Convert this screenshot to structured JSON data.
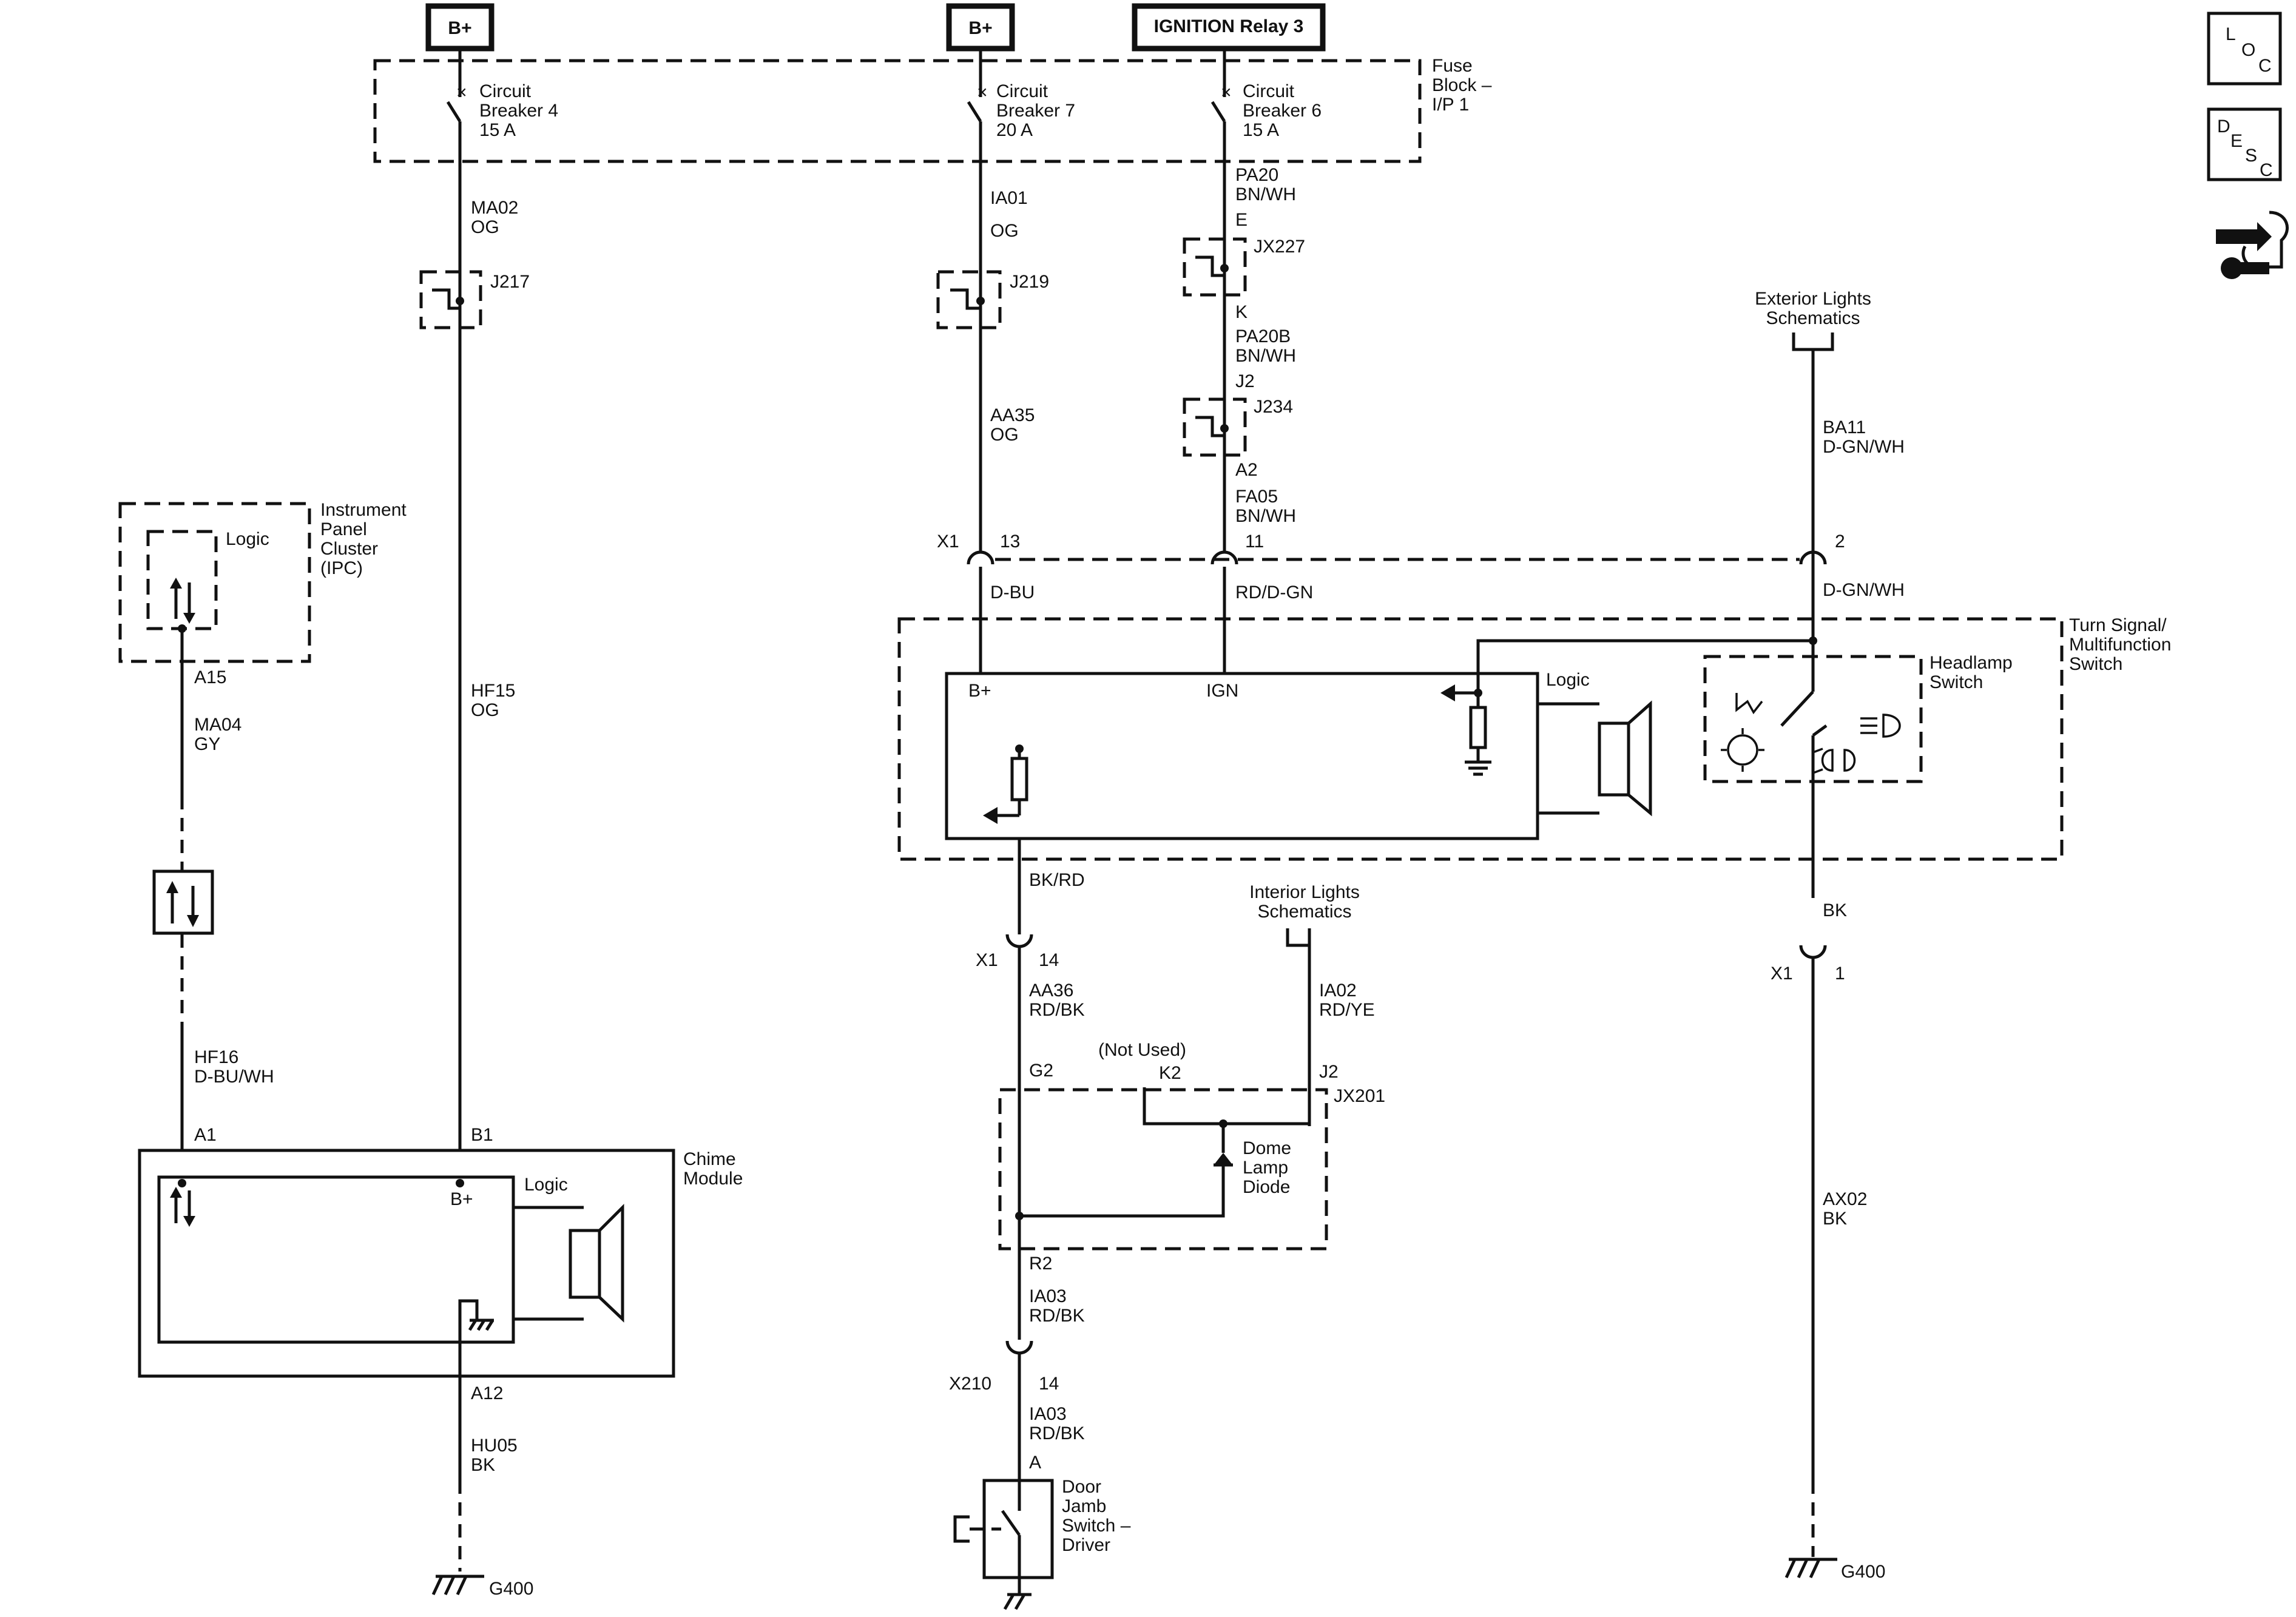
{
  "sources": {
    "bplus_left": "B+",
    "bplus_mid": "B+",
    "ign_relay": "IGNITION Relay 3"
  },
  "fuse_block": {
    "line1": "Fuse",
    "line2": "Block –",
    "line3": "I/P 1"
  },
  "breakers": [
    {
      "l1": "Circuit",
      "l2": "Breaker 4",
      "l3": "15 A"
    },
    {
      "l1": "Circuit",
      "l2": "Breaker 7",
      "l3": "20 A"
    },
    {
      "l1": "Circuit",
      "l2": "Breaker 6",
      "l3": "15 A"
    }
  ],
  "nav": {
    "loc": [
      "L",
      "O",
      "C"
    ],
    "desc": [
      "D",
      "E",
      "S",
      "C"
    ],
    "icon": "repair-icon"
  },
  "wires": {
    "ma02": [
      "MA02",
      "OG"
    ],
    "ia01": [
      "IA01",
      "OG"
    ],
    "pa20": [
      "PA20",
      "BN/WH"
    ],
    "aa35": [
      "AA35",
      "OG"
    ],
    "pa20b": [
      "PA20B",
      "BN/WH"
    ],
    "fa05": [
      "FA05",
      "BN/WH"
    ],
    "ba11": [
      "BA11",
      "D-GN/WH"
    ],
    "hf15": [
      "HF15",
      "OG"
    ],
    "ma04": [
      "MA04",
      "GY"
    ],
    "hf16": [
      "HF16",
      "D-BU/WH"
    ],
    "hu05": [
      "HU05",
      "BK"
    ],
    "aa36": [
      "AA36",
      "RD/BK"
    ],
    "ia02": [
      "IA02",
      "RD/YE"
    ],
    "ia03a": [
      "IA03",
      "RD/BK"
    ],
    "ia03b": [
      "IA03",
      "RD/BK"
    ],
    "ax02": [
      "AX02",
      "BK"
    ]
  },
  "splices": {
    "j217": "J217",
    "j219": "J219",
    "jx227": "JX227",
    "jx227_e": "E",
    "jx227_k": "K",
    "j234": "J234",
    "j234_j2": "J2",
    "j234_a2": "A2"
  },
  "connector_x1": {
    "name": "X1",
    "pin13": "13",
    "pin11": "11",
    "pin2": "2",
    "pin14": "14",
    "pin1": "1",
    "name_bottom_left": "X1",
    "name_bottom_right": "X1"
  },
  "ts_wire_colors": {
    "dbu": "D-BU",
    "rddgn": "RD/D-GN",
    "dgnwh": "D-GN/WH",
    "bkrd": "BK/RD",
    "bk": "BK"
  },
  "turn_signal": {
    "title": [
      "Turn Signal/",
      "Multifunction",
      "Switch"
    ],
    "bplus": "B+",
    "ign": "IGN",
    "logic": "Logic",
    "headlamp": [
      "Headlamp",
      "Switch"
    ]
  },
  "ext_lights": [
    "Exterior Lights",
    "Schematics"
  ],
  "int_lights": [
    "Interior Lights",
    "Schematics"
  ],
  "ipc": {
    "title": [
      "Instrument",
      "Panel",
      "Cluster",
      "(IPC)"
    ],
    "logic": "Logic",
    "pin": "A15"
  },
  "chime": {
    "title": [
      "Chime",
      "Module"
    ],
    "a1": "A1",
    "b1": "B1",
    "logic": "Logic",
    "bplus": "B+",
    "a12": "A12"
  },
  "jx201": {
    "name": "JX201",
    "not_used": "(Not Used)",
    "k2": "K2",
    "g2": "G2",
    "j2": "J2",
    "r2": "R2",
    "diode": [
      "Dome",
      "Lamp",
      "Diode"
    ]
  },
  "x210": {
    "name": "X210",
    "pin": "14"
  },
  "door_switch": {
    "pin": "A",
    "name": [
      "Door",
      "Jamb",
      "Switch –",
      "Driver"
    ]
  },
  "grounds": {
    "left": "G400",
    "right": "G400"
  }
}
